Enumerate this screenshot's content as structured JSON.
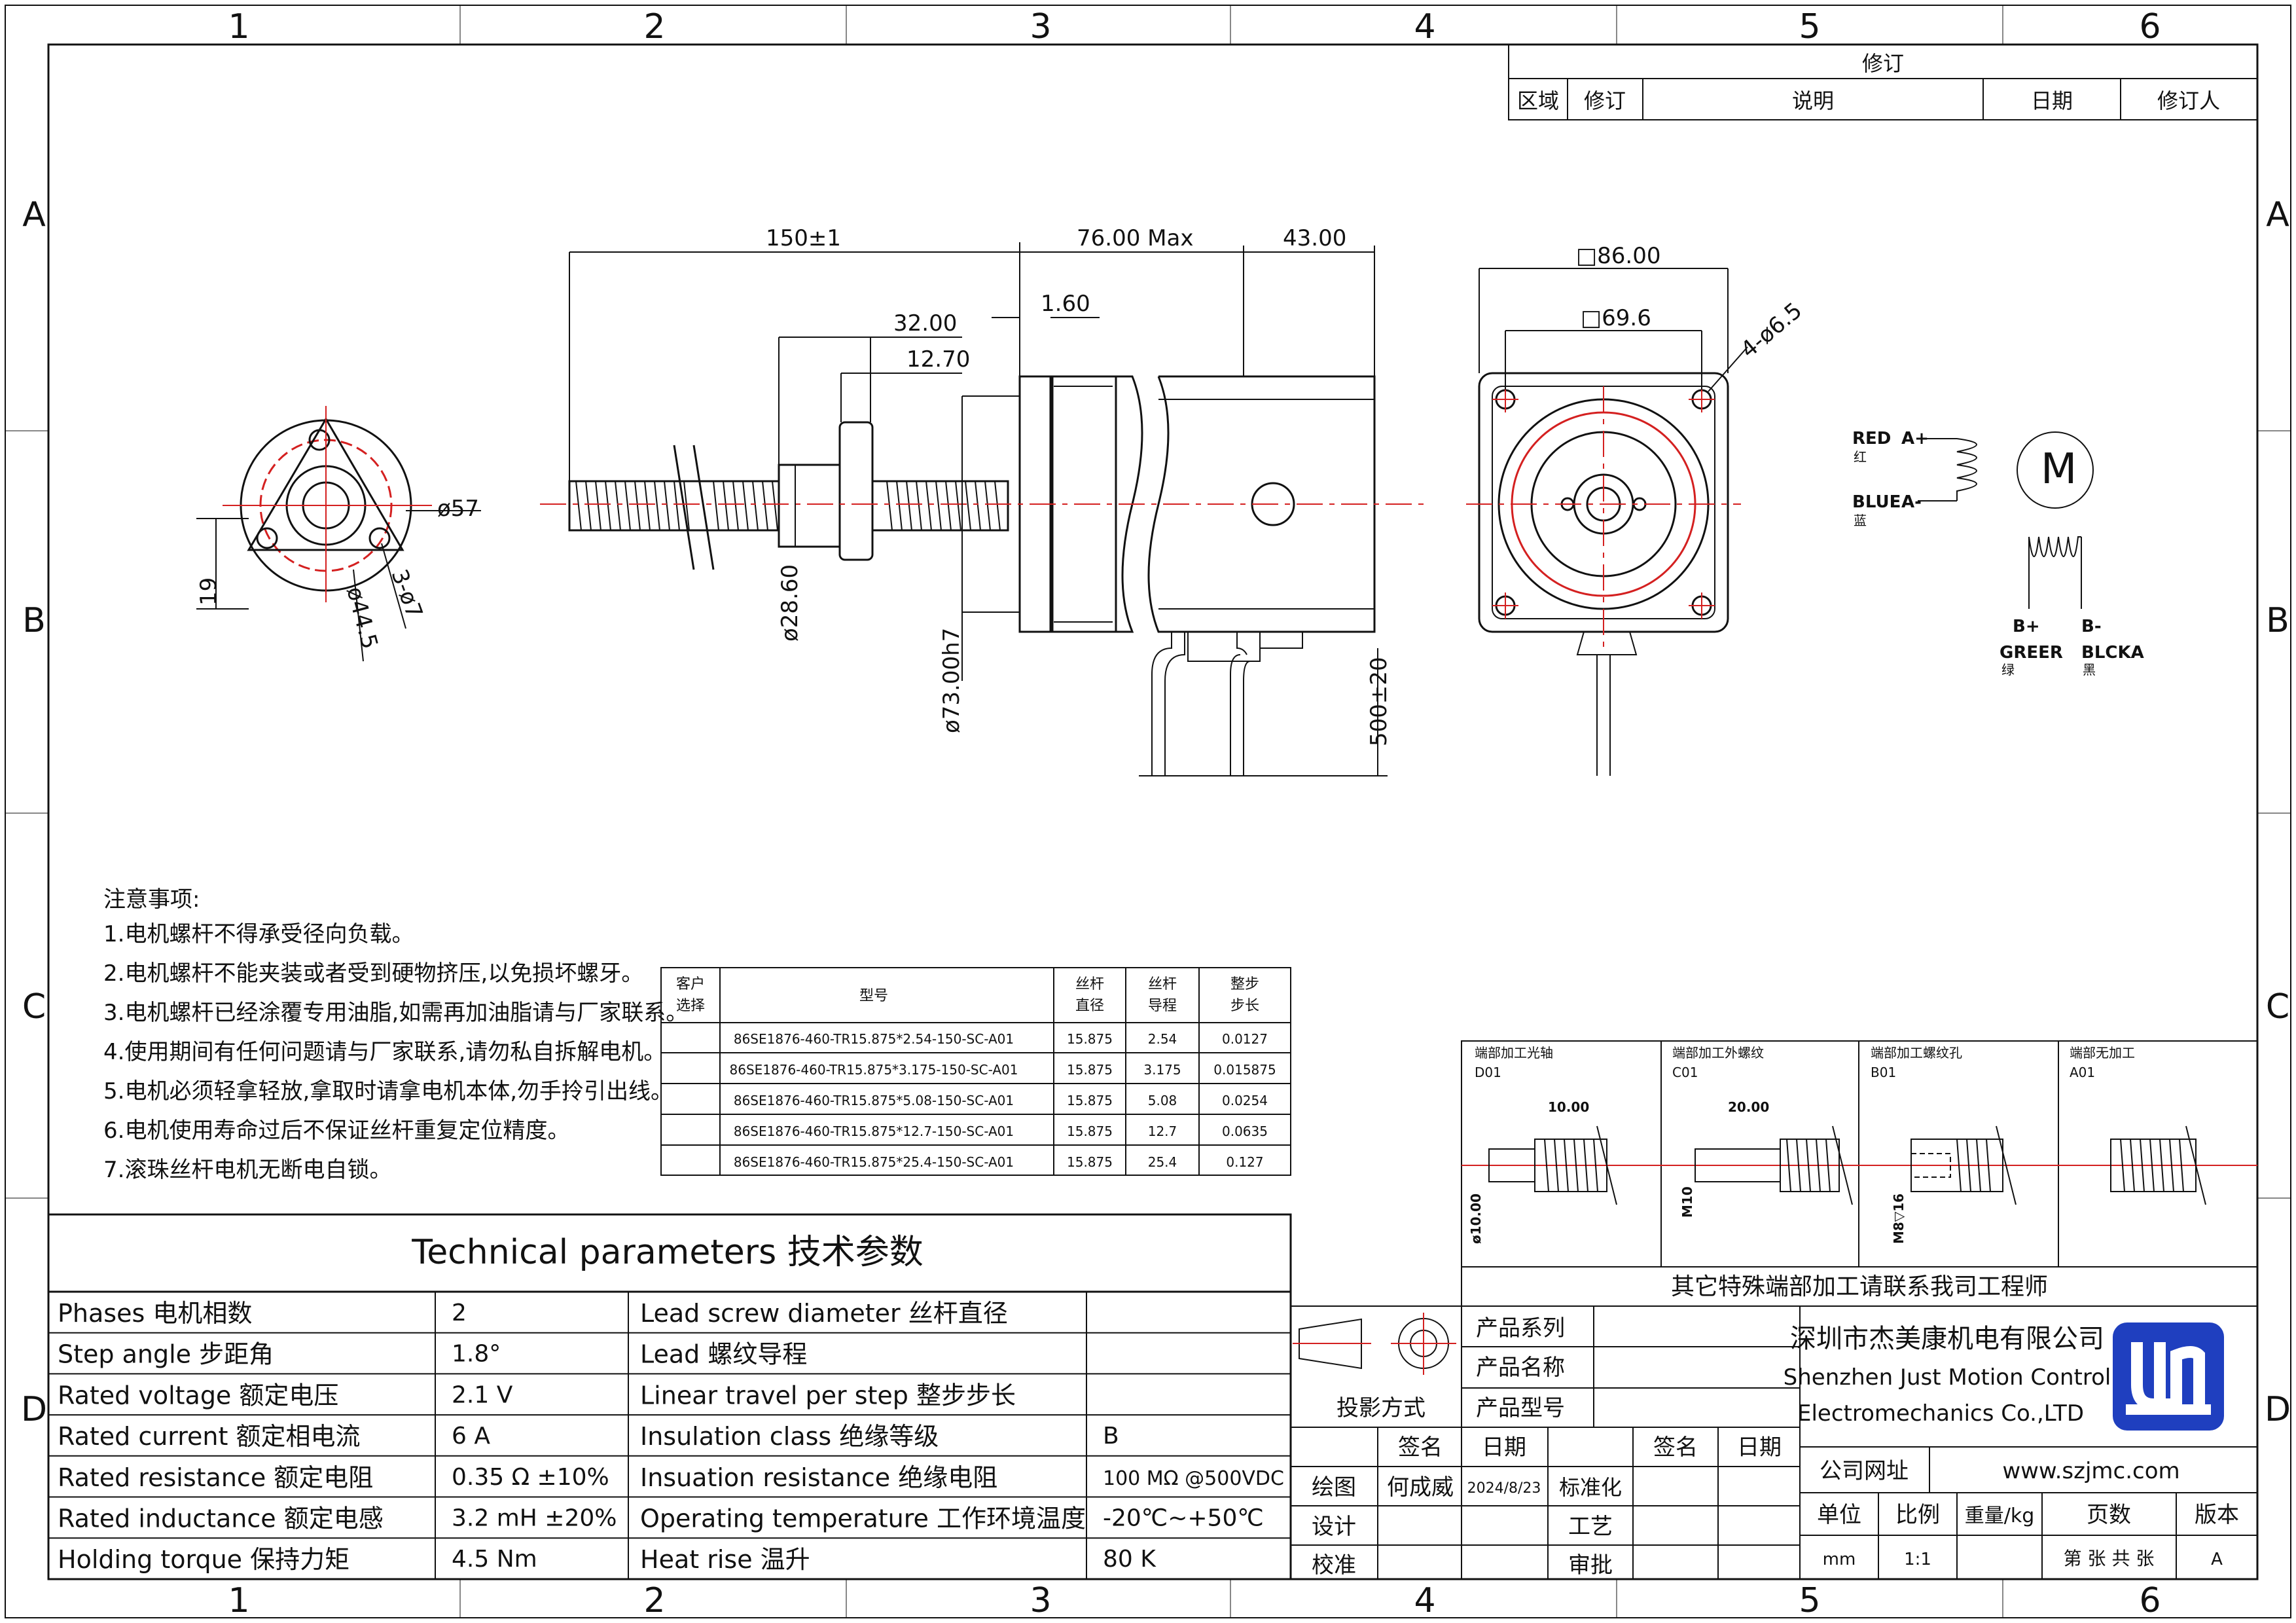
{
  "border": {
    "columns": [
      "1",
      "2",
      "3",
      "4",
      "5",
      "6"
    ],
    "rows": [
      "A",
      "B",
      "C",
      "D"
    ]
  },
  "revision": {
    "title": "修订",
    "headers": [
      "区域",
      "修订",
      "说明",
      "日期",
      "修订人"
    ]
  },
  "dims": {
    "length": "150±1",
    "body_max": "76.00 Max",
    "rear": "43.00",
    "gap": "1.60",
    "nut_len": "32.00",
    "flange_len": "12.70",
    "nut_dia": "ø28.60",
    "pilot_dia": "ø73.00h7",
    "lead_len": "500±20",
    "square_outer": "□86.00",
    "square_inner": "□69.6",
    "holes": "4-ø6.5",
    "flange_dia": "ø57",
    "bolt_circle": "ø44.5",
    "nut_holes": "3-ø7",
    "offset": "19"
  },
  "wiring": {
    "motor": "M",
    "red": "RED",
    "red_cn": "红",
    "a_plus": "A+",
    "blue": "BLUE",
    "blue_cn": "蓝",
    "a_minus": "A-",
    "b_plus": "B+",
    "b_minus": "B-",
    "green": "GREER",
    "green_cn": "绿",
    "black": "BLCKA",
    "black_cn": "黑"
  },
  "notes": {
    "title": "注意事项:",
    "items": [
      "1.电机螺杆不得承受径向负载。",
      "2.电机螺杆不能夹装或者受到硬物挤压,以免损坏螺牙。",
      "3.电机螺杆已经涂覆专用油脂,如需再加油脂请与厂家联系。",
      "4.使用期间有任何问题请与厂家联系,请勿私自拆解电机。",
      "5.电机必须轻拿轻放,拿取时请拿电机本体,勿手拎引出线。",
      "6.电机使用寿命过后不保证丝杆重复定位精度。",
      "7.滚珠丝杆电机无断电自锁。"
    ]
  },
  "model_table": {
    "headers": [
      "客户\n选择",
      "型号",
      "丝杆\n直径",
      "丝杆\n导程",
      "整步\n步长"
    ],
    "rows": [
      [
        "",
        "86SE1876-460-TR15.875*2.54-150-SC-A01",
        "15.875",
        "2.54",
        "0.0127"
      ],
      [
        "",
        "86SE1876-460-TR15.875*3.175-150-SC-A01",
        "15.875",
        "3.175",
        "0.015875"
      ],
      [
        "",
        "86SE1876-460-TR15.875*5.08-150-SC-A01",
        "15.875",
        "5.08",
        "0.0254"
      ],
      [
        "",
        "86SE1876-460-TR15.875*12.7-150-SC-A01",
        "15.875",
        "12.7",
        "0.0635"
      ],
      [
        "",
        "86SE1876-460-TR15.875*25.4-150-SC-A01",
        "15.875",
        "25.4",
        "0.127"
      ]
    ]
  },
  "end_types": {
    "items": [
      {
        "title": "端部加工光轴",
        "code": "D01",
        "dim": "10.00",
        "dia": "ø10.00"
      },
      {
        "title": "端部加工外螺纹",
        "code": "C01",
        "dim": "20.00",
        "dia": "M10"
      },
      {
        "title": "端部加工螺纹孔",
        "code": "B01",
        "dim": "",
        "dia": "M8▽16"
      },
      {
        "title": "端部无加工",
        "code": "A01",
        "dim": "",
        "dia": ""
      }
    ],
    "footer": "其它特殊端部加工请联系我司工程师"
  },
  "tech": {
    "title": "Technical parameters 技术参数",
    "left": [
      [
        "Phases 电机相数",
        "2"
      ],
      [
        "Step angle 步距角",
        "1.8°"
      ],
      [
        "Rated voltage 额定电压",
        "2.1 V"
      ],
      [
        "Rated current 额定相电流",
        "6 A"
      ],
      [
        "Rated resistance 额定电阻",
        "0.35 Ω  ±10%"
      ],
      [
        "Rated inductance 额定电感",
        "3.2 mH ±20%"
      ],
      [
        "Holding torque 保持力矩",
        "4.5 Nm"
      ]
    ],
    "right": [
      [
        "Lead screw diameter 丝杆直径",
        ""
      ],
      [
        "Lead 螺纹导程",
        ""
      ],
      [
        "Linear travel per step 整步步长",
        ""
      ],
      [
        "Insulation class 绝缘等级",
        "B"
      ],
      [
        "Insuation resistance 绝缘电阻",
        "100 MΩ @500VDC"
      ],
      [
        "Operating temperature 工作环境温度",
        "-20℃~+50℃"
      ],
      [
        "Heat rise 温升",
        "80 K"
      ]
    ]
  },
  "title_block": {
    "projection": "投影方式",
    "series": "产品系列",
    "name": "产品名称",
    "model": "产品型号",
    "sign": "签名",
    "date": "日期",
    "draw": "绘图",
    "drawer": "何成威",
    "draw_date": "2024/8/23",
    "design": "设计",
    "check": "校准",
    "standard": "标准化",
    "process": "工艺",
    "approve": "审批",
    "sign2": "签名",
    "date2": "日期",
    "company_cn": "深圳市杰美康机电有限公司",
    "company_en1": "Shenzhen Just Motion Control",
    "company_en2": "Electromechanics Co.,LTD",
    "website_label": "公司网址",
    "website": "www.szjmc.com",
    "unit": "单位",
    "unit_val": "mm",
    "scale": "比例",
    "scale_val": "1:1",
    "weight": "重量/kg",
    "pages": "页数",
    "pages_val": "第 张 共 张",
    "version": "版本",
    "version_val": "A"
  },
  "colors": {
    "centerline": "#d42020",
    "line": "#111111",
    "logo": "#1f3fbf"
  }
}
